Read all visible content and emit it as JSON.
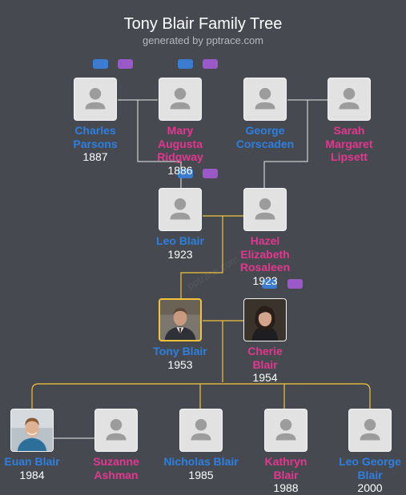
{
  "header": {
    "title": "Tony Blair Family Tree",
    "subtitle": "generated by pptrace.com"
  },
  "people": {
    "charles": {
      "name": "Charles Parsons",
      "year": "1887"
    },
    "mary": {
      "name": "Mary Augusta Ridgway",
      "year": "1886"
    },
    "george": {
      "name": "George Corscaden",
      "year": ""
    },
    "sarah": {
      "name": "Sarah Margaret Lipsett",
      "year": ""
    },
    "leo": {
      "name": "Leo Blair",
      "year": "1923"
    },
    "hazel": {
      "name": "Hazel Elizabeth Rosaleen",
      "year": "1923"
    },
    "tony": {
      "name": "Tony Blair",
      "year": "1953"
    },
    "cherie": {
      "name": "Cherie Blair",
      "year": "1954"
    },
    "euan": {
      "name": "Euan Blair",
      "year": "1984"
    },
    "suzanne": {
      "name": "Suzanne Ashman",
      "year": ""
    },
    "nicholas": {
      "name": "Nicholas Blair",
      "year": "1985"
    },
    "kathryn": {
      "name": "Kathryn Blair",
      "year": "1988"
    },
    "leogeorge": {
      "name": "Leo George Blair",
      "year": "2000"
    }
  },
  "watermark": "pptrace.com",
  "colors": {
    "background": "#464a50",
    "male": "#2d7fe0",
    "female": "#e3378f",
    "highlight": "#f3c33d",
    "sibling_brother": "#3b7bd0",
    "sibling_sister": "#9a58c8"
  },
  "icons": {
    "placeholder": "person-silhouette-icon",
    "sibling_male": "brother-indicator-icon",
    "sibling_female": "sister-indicator-icon"
  }
}
